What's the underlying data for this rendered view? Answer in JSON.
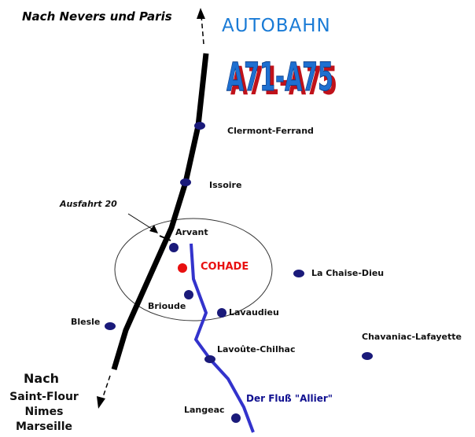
{
  "title": {
    "autobahn": "AUTOBAHN",
    "route": "A71-A75"
  },
  "directions": {
    "north": "Nach Nevers und Paris",
    "south_heading": "Nach",
    "south_lines": [
      "Saint-Flour",
      "Nimes",
      "Marseille"
    ]
  },
  "exit_label": "Ausfahrt 20",
  "river_label": "Der Fluß \"Allier\"",
  "places": [
    {
      "id": "clermont-ferrand",
      "name": "Clermont-Ferrand"
    },
    {
      "id": "issoire",
      "name": "Issoire"
    },
    {
      "id": "arvant",
      "name": "Arvant"
    },
    {
      "id": "cohade",
      "name": "COHADE",
      "highlight": true
    },
    {
      "id": "brioude",
      "name": "Brioude"
    },
    {
      "id": "lavaudieu",
      "name": "Lavaudieu"
    },
    {
      "id": "la-chaise-dieu",
      "name": "La Chaise-Dieu"
    },
    {
      "id": "blesle",
      "name": "Blesle"
    },
    {
      "id": "lavoute-chilhac",
      "name": "Lavoûte-Chilhac"
    },
    {
      "id": "chavaniac-lafayette",
      "name": "Chavaniac-Lafayette"
    },
    {
      "id": "langeac",
      "name": "Langeac"
    }
  ],
  "colors": {
    "title_blue": "#1a7bd6",
    "route_fill": "#1e6fd0",
    "route_shadow": "#c0121a",
    "river": "#3333cc",
    "river_label": "#101090",
    "town_dot": "#1a1a7a",
    "highlight_dot": "#e81010",
    "highlight_text": "#e81010",
    "road": "#000000"
  }
}
